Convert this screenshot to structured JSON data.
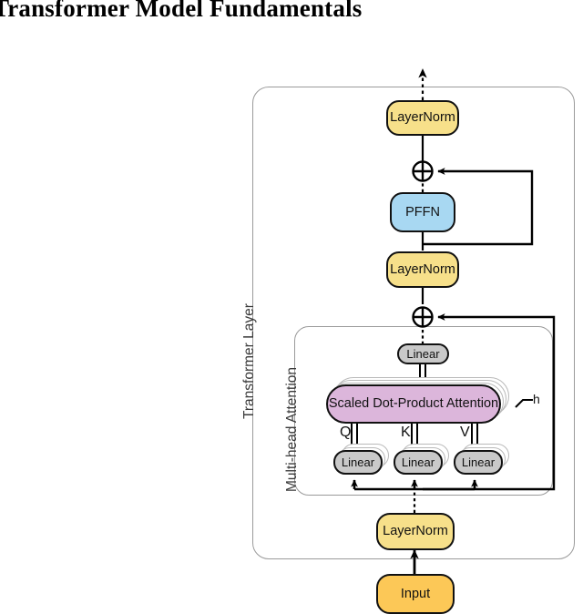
{
  "title": "Transformer Model Fundamentals",
  "diagram": {
    "type": "block-diagram",
    "outer_group_label": "Transformer Layer",
    "inner_group_label": "Multi-head Attention",
    "heads_label": "h",
    "nodes": {
      "layernorm_top": "LayerNorm",
      "pffn": "PFFN",
      "layernorm_mid": "LayerNorm",
      "attn_out_linear": "Linear",
      "attention": "Scaled Dot-Product Attention",
      "linear_q": "Linear",
      "linear_k": "Linear",
      "linear_v": "Linear",
      "layernorm_bottom": "LayerNorm",
      "input": "Input"
    },
    "qkv_labels": {
      "q": "Q",
      "k": "K",
      "v": "V"
    },
    "add_symbol": "⊕",
    "colors": {
      "layernorm_fill": "#f7e08a",
      "pffn_fill": "#a8d8f2",
      "attention_fill": "#dcb6db",
      "linear_fill": "#c9c9c9",
      "input_fill": "#fcc857",
      "stroke": "#111111",
      "group_stroke": "#9a9a9a",
      "wire": "#000000"
    }
  }
}
